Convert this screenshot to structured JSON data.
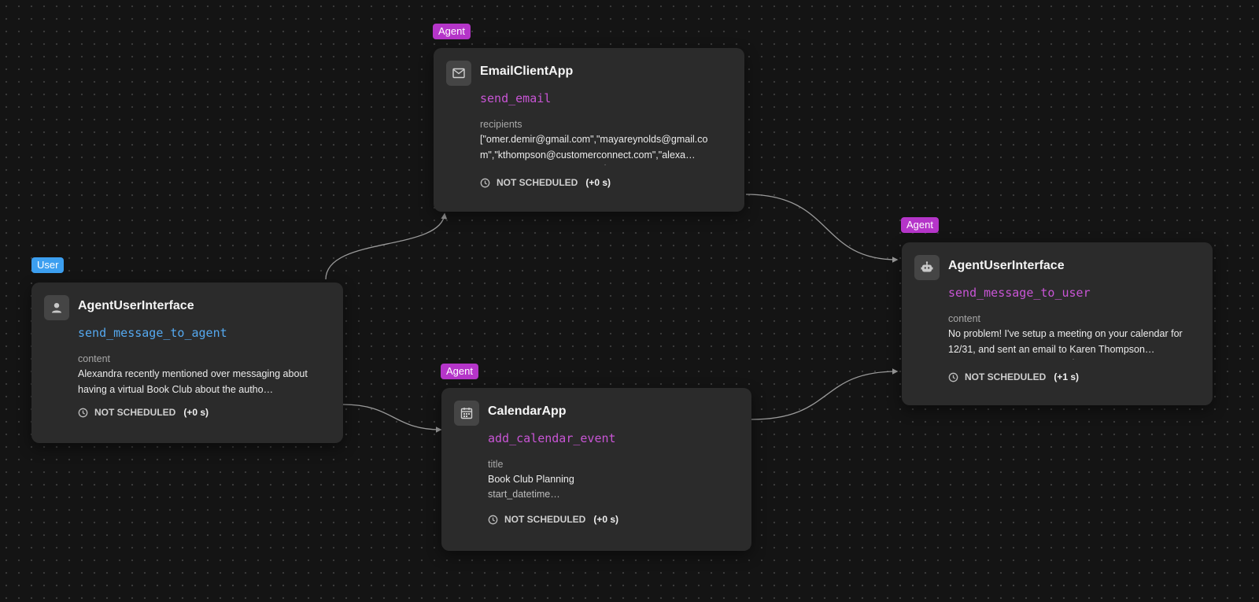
{
  "graph": {
    "nodes": {
      "user_msg": {
        "role": "User",
        "app": "AgentUserInterface",
        "function": "send_message_to_agent",
        "icon": "person-icon",
        "args": [
          {
            "name": "content",
            "value": "Alexandra recently mentioned over messaging about having a virtual Book Club about the autho…"
          }
        ],
        "status": "NOT SCHEDULED",
        "delay": "(+0 s)"
      },
      "email": {
        "role": "Agent",
        "app": "EmailClientApp",
        "function": "send_email",
        "icon": "mail-icon",
        "args": [
          {
            "name": "recipients",
            "value": "[\"omer.demir@gmail.com\",\"mayareynolds@gmail.com\",\"kthompson@customerconnect.com\",\"alexa…"
          }
        ],
        "status": "NOT SCHEDULED",
        "delay": "(+0 s)"
      },
      "calendar": {
        "role": "Agent",
        "app": "CalendarApp",
        "function": "add_calendar_event",
        "icon": "calendar-icon",
        "args": [
          {
            "name": "title",
            "value": "Book Club Planning"
          },
          {
            "name": "start_datetime…"
          }
        ],
        "status": "NOT SCHEDULED",
        "delay": "(+0 s)"
      },
      "agent_reply": {
        "role": "Agent",
        "app": "AgentUserInterface",
        "function": "send_message_to_user",
        "icon": "robot-icon",
        "args": [
          {
            "name": "content",
            "value": "No problem! I've setup a meeting on your calendar for 12/31, and sent an email to Karen Thompson…"
          }
        ],
        "status": "NOT SCHEDULED",
        "delay": "(+1 s)"
      }
    },
    "edges": [
      {
        "from": "user_msg",
        "to": "email"
      },
      {
        "from": "user_msg",
        "to": "calendar"
      },
      {
        "from": "email",
        "to": "agent_reply"
      },
      {
        "from": "calendar",
        "to": "agent_reply"
      }
    ]
  },
  "colors": {
    "agent": "#b535c9",
    "user": "#3c9ff0",
    "node_bg": "#2b2b2b",
    "canvas_bg": "#141414",
    "edge": "#9a9a9a"
  }
}
